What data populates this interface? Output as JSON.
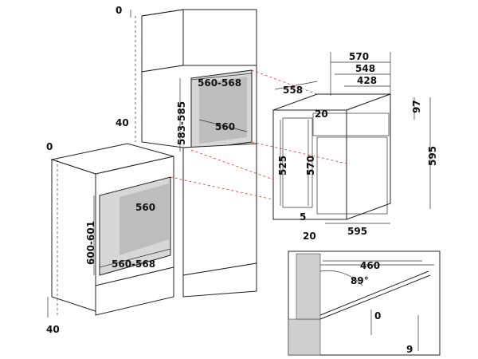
{
  "diagram": {
    "title": "Built-in oven installation dimensions",
    "tall_cabinet": {
      "top_clearance": "0",
      "niche_width": "560-568",
      "niche_depth": "560",
      "niche_height": "583-585",
      "side_clearance": "40"
    },
    "base_cabinet": {
      "top_clearance": "0",
      "niche_depth": "560",
      "niche_width": "560-568",
      "niche_height": "600-601",
      "bottom_clearance": "40"
    },
    "oven": {
      "width_top": "570",
      "width_mid": "548",
      "width_inner": "428",
      "depth": "558",
      "front_offset": "20",
      "height_front": "97",
      "height_total": "595",
      "cavity_height": "525",
      "body_height": "570",
      "bottom_offset": "5",
      "bottom_depth": "20",
      "front_width": "595"
    },
    "detail": {
      "door_depth": "460",
      "door_angle": "89°",
      "clearance_top": "0",
      "clearance_bottom": "9"
    }
  }
}
